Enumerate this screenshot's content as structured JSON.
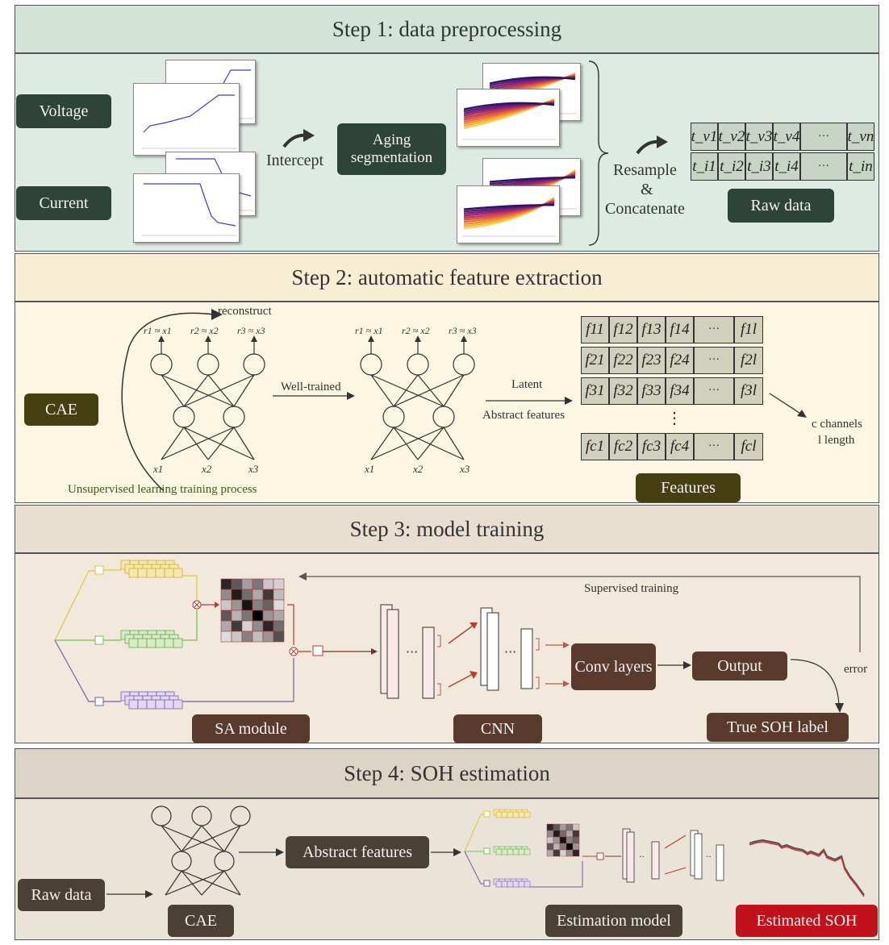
{
  "step1": {
    "title": "Step 1: data preprocessing",
    "voltage": "Voltage",
    "current": "Current",
    "intercept": "Intercept",
    "aging_segmentation": "Aging segmentation",
    "resample": "Resample",
    "amp": "&",
    "concatenate": "Concatenate",
    "raw_data": "Raw data",
    "v_row": [
      "t_v1",
      "t_v2",
      "t_v3",
      "t_v4",
      "···",
      "t_vn"
    ],
    "i_row": [
      "t_i1",
      "t_i2",
      "t_i3",
      "t_i4",
      "···",
      "t_in"
    ]
  },
  "step2": {
    "title": "Step 2: automatic feature extraction",
    "cae": "CAE",
    "reconstruct": "reconstruct",
    "well_trained": "Well-trained",
    "latent": "Latent",
    "abstract_features": "Abstract features",
    "unsupervised": "Unsupervised learning training process",
    "features": "Features",
    "c_channels": "c channels",
    "l_length": "l length",
    "outputs": [
      "r1 ≈ x1",
      "r2 ≈ x2",
      "r3 ≈ x3"
    ],
    "inputs": [
      "x1",
      "x2",
      "x3"
    ],
    "vdots": "⋮",
    "feature_rows": [
      [
        "f11",
        "f12",
        "f13",
        "f14",
        "···",
        "f1l"
      ],
      [
        "f21",
        "f22",
        "f23",
        "f24",
        "···",
        "f2l"
      ],
      [
        "f31",
        "f32",
        "f33",
        "f34",
        "···",
        "f3l"
      ],
      [
        "fc1",
        "fc2",
        "fc3",
        "fc4",
        "···",
        "fcl"
      ]
    ]
  },
  "step3": {
    "title": "Step 3: model training",
    "supervised": "Supervised training",
    "conv_layers": "Conv layers",
    "output": "Output",
    "error": "error",
    "true_soh": "True SOH label",
    "sa_module": "SA module",
    "cnn": "CNN"
  },
  "step4": {
    "title": "Step 4: SOH estimation",
    "raw_data": "Raw data",
    "cae": "CAE",
    "abstract_features": "Abstract features",
    "estimation_model": "Estimation model",
    "estimated_soh": "Estimated SOH"
  },
  "colors": {
    "step1_bg": "#deebe3",
    "step1_hdr": "#d3e3d8",
    "step2_bg": "#fcf6e3",
    "step2_hdr": "#f7eed4",
    "step3_bg": "#f1e9dc",
    "step3_hdr": "#e8dfd0",
    "step4_bg": "#e9e3d8",
    "step4_hdr": "#dcd4c6"
  }
}
